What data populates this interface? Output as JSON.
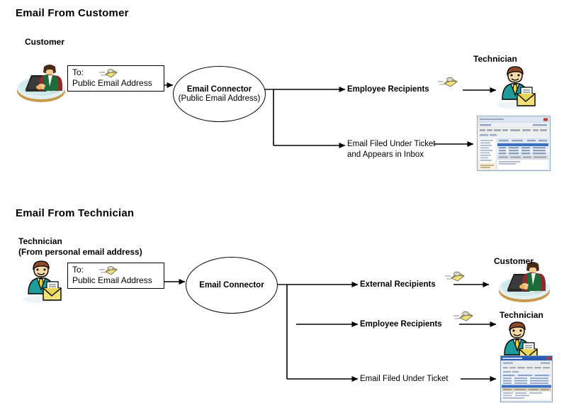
{
  "sections": [
    {
      "title": "Email From Customer",
      "source_label": "Customer",
      "source_icon": "customer-laptop-icon",
      "message_box": {
        "line1": "To:",
        "line2": "Public Email Address",
        "icon": "flying-envelope-icon"
      },
      "connector": {
        "line1": "Email Connector",
        "line2": "(Public Email Address)"
      },
      "branches": [
        {
          "label": "Employee Recipients",
          "bold": true,
          "mid_icon": "flying-envelope-icon",
          "target_label": "Technician",
          "target_icon": "technician-envelope-icon"
        },
        {
          "label_line1": "Email Filed Under Ticket",
          "label_line2": "and Appears in Inbox",
          "bold": false,
          "mid_icon": "",
          "target_label": "",
          "target_icon": "app-window-screenshot"
        }
      ]
    },
    {
      "title": "Email From Technician",
      "source_label_line1": "Technician",
      "source_label_line2": "(From personal email address)",
      "source_icon": "technician-envelope-icon",
      "message_box": {
        "line1": "To:",
        "line2": "Public Email Address",
        "icon": "flying-envelope-icon"
      },
      "connector": {
        "line1": "Email Connector",
        "line2": ""
      },
      "branches": [
        {
          "label": "External Recipients",
          "bold": true,
          "mid_icon": "flying-envelope-icon",
          "target_label": "Customer",
          "target_icon": "customer-laptop-icon"
        },
        {
          "label": "Employee Recipients",
          "bold": true,
          "mid_icon": "flying-envelope-icon",
          "target_label": "Technician",
          "target_icon": "technician-envelope-icon"
        },
        {
          "label": "Email Filed Under Ticket",
          "bold": false,
          "mid_icon": "",
          "target_label": "",
          "target_icon": "app-window-screenshot"
        }
      ]
    }
  ],
  "colors": {
    "line": "#000000",
    "envelope_body": "#f2e07a",
    "envelope_flap": "#e8d558",
    "technician_jacket": "#1e9b9b",
    "technician_tie": "#f2d32c",
    "technician_hair": "#8b4a28",
    "skin": "#f5d9a8",
    "customer_vest": "#1d6b3a",
    "customer_sleeve": "#8c2b2b",
    "desk_top": "#cfe8ea",
    "desk_edge": "#c99a4e",
    "laptop": "#1a1a1a",
    "window_titlebar": "#2a5bb5",
    "window_body": "#f2f2f2"
  }
}
